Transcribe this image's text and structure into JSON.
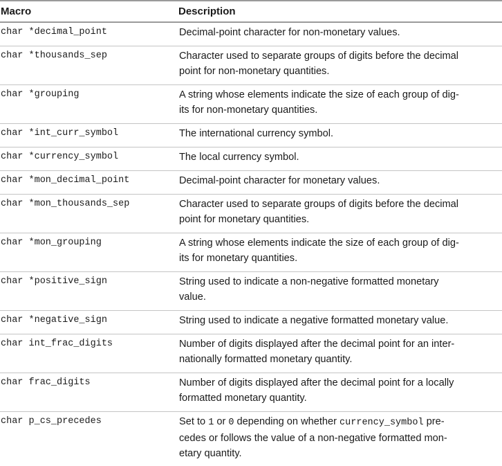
{
  "header": {
    "macro": "Macro",
    "description": "Description"
  },
  "rows": [
    {
      "macro": "char *decimal_point",
      "description": "Decimal-point character for non-monetary values."
    },
    {
      "macro": "char *thousands_sep",
      "description_lines": [
        "Character used to separate groups of digits before the decimal",
        "point for non-monetary quantities."
      ]
    },
    {
      "macro": "char *grouping",
      "description_lines": [
        "A string whose elements indicate the size of each group of dig-",
        "its for non-monetary quantities."
      ]
    },
    {
      "macro": "char *int_curr_symbol",
      "description": "The international currency symbol."
    },
    {
      "macro": "char *currency_symbol",
      "description": "The local currency symbol."
    },
    {
      "macro": "char *mon_decimal_point",
      "description": "Decimal-point character for monetary values."
    },
    {
      "macro": "char *mon_thousands_sep",
      "description_lines": [
        "Character used to separate groups of digits before the decimal",
        "point for monetary quantities."
      ]
    },
    {
      "macro": "char *mon_grouping",
      "description_lines": [
        "A string whose elements indicate the size of each group of dig-",
        "its for monetary quantities."
      ]
    },
    {
      "macro": "char *positive_sign",
      "description_lines": [
        "String used to indicate a non-negative formatted monetary",
        "value."
      ]
    },
    {
      "macro": "char *negative_sign",
      "description": "String used to indicate a negative formatted monetary value."
    },
    {
      "macro": "char int_frac_digits",
      "description_lines": [
        "Number of digits displayed after the decimal point for an inter-",
        "nationally formatted monetary quantity."
      ]
    },
    {
      "macro": "char frac_digits",
      "description_lines": [
        "Number of digits displayed after the decimal point for a locally",
        "formatted monetary quantity."
      ]
    },
    {
      "macro": "char p_cs_precedes",
      "description_parts": {
        "line1_a": "Set to ",
        "code1": "1",
        "line1_b": " or ",
        "code2": "0",
        "line1_c": " depending on whether ",
        "code3": "currency_symbol",
        "line1_d": " pre-",
        "line2": "cedes or follows the value of a non-negative formatted mon-",
        "line3": "etary quantity."
      }
    }
  ]
}
